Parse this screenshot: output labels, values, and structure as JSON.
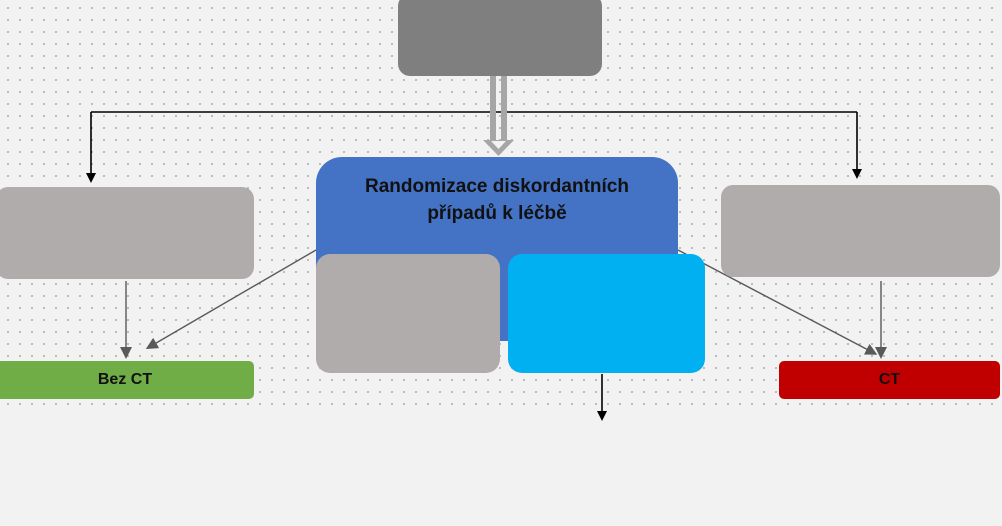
{
  "diagram": {
    "randomization_box": {
      "title": "Randomizace diskordantních případů k léčbě"
    },
    "bez_ct_box": {
      "label": "Bez CT"
    },
    "ct_box": {
      "label": "CT"
    }
  },
  "colors": {
    "background": "#f2f2f2",
    "top_box": "#7f7f7f",
    "grey_box": "#b0acab",
    "randomization_box": "#4472c4",
    "inner_blue_box": "#00b0f0",
    "bez_ct_box": "#70ad47",
    "ct_box": "#c00000"
  }
}
